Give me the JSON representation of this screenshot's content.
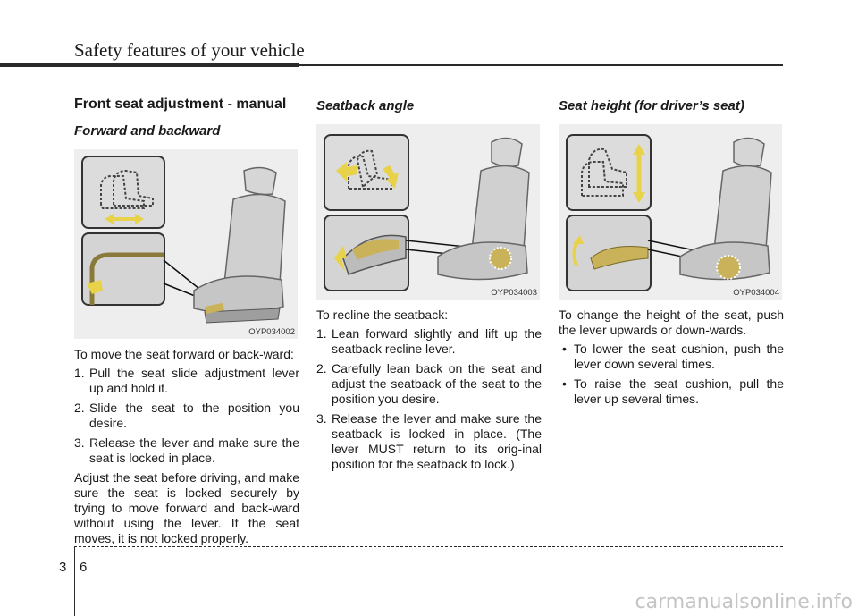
{
  "header": {
    "title": "Safety features of your vehicle"
  },
  "columns": [
    {
      "heading": "Front seat adjustment - manual",
      "subheading": "Forward and backward",
      "figure_code": "OYP034002",
      "intro": "To move the seat forward or back-ward:",
      "steps": [
        {
          "num": "1.",
          "text": "Pull the seat slide adjustment lever up and hold it."
        },
        {
          "num": "2.",
          "text": "Slide the seat to the position you desire."
        },
        {
          "num": "3.",
          "text": "Release the lever and make sure the seat is locked in place."
        }
      ],
      "note": "Adjust the seat before driving, and make sure the seat is locked securely by trying to move forward and back-ward without using the lever. If the seat moves, it is not locked properly."
    },
    {
      "subheading": "Seatback angle",
      "figure_code": "OYP034003",
      "intro": "To recline the seatback:",
      "steps": [
        {
          "num": "1.",
          "text": "Lean forward slightly and lift up the seatback recline lever."
        },
        {
          "num": "2.",
          "text": "Carefully lean back on the seat and adjust the seatback of the seat to the position you desire."
        },
        {
          "num": "3.",
          "text": "Release the lever and make sure the seatback is locked in place. (The lever MUST return to its orig-inal position for the seatback to lock.)"
        }
      ]
    },
    {
      "subheading": "Seat height (for driver’s seat)",
      "figure_code": "OYP034004",
      "intro": "To change the height of the seat, push the lever upwards or down-wards.",
      "bullets": [
        {
          "mark": "•",
          "text": "To lower the seat cushion, push the lever down several times."
        },
        {
          "mark": "•",
          "text": "To raise the seat cushion, pull the lever up several times."
        }
      ]
    }
  ],
  "footer": {
    "chapter": "3",
    "page": "6",
    "watermark": "carmanualsonline.info"
  },
  "colors": {
    "figure_bg": "#eeeeee",
    "lever": "#c9b25a",
    "arrow": "#e8d24a",
    "rule": "#2a2a2a"
  }
}
